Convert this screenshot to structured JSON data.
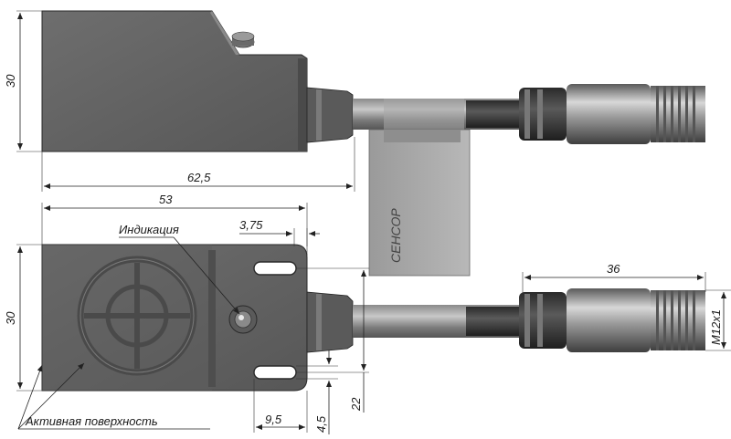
{
  "dimensions": {
    "top_height": "30",
    "top_length": "62,5",
    "front_length": "53",
    "front_height": "30",
    "offset_375": "3,75",
    "connector_length": "36",
    "thread": "M12x1",
    "slot_offset": "9,5",
    "slot_width": "4,5",
    "slot_spacing": "22"
  },
  "labels": {
    "indication": "Индикация",
    "active_surface": "Активная поверхность",
    "brand": "СЕНСОР"
  },
  "icons": {
    "target": "concentric-target-icon",
    "led": "led-indicator-icon"
  }
}
